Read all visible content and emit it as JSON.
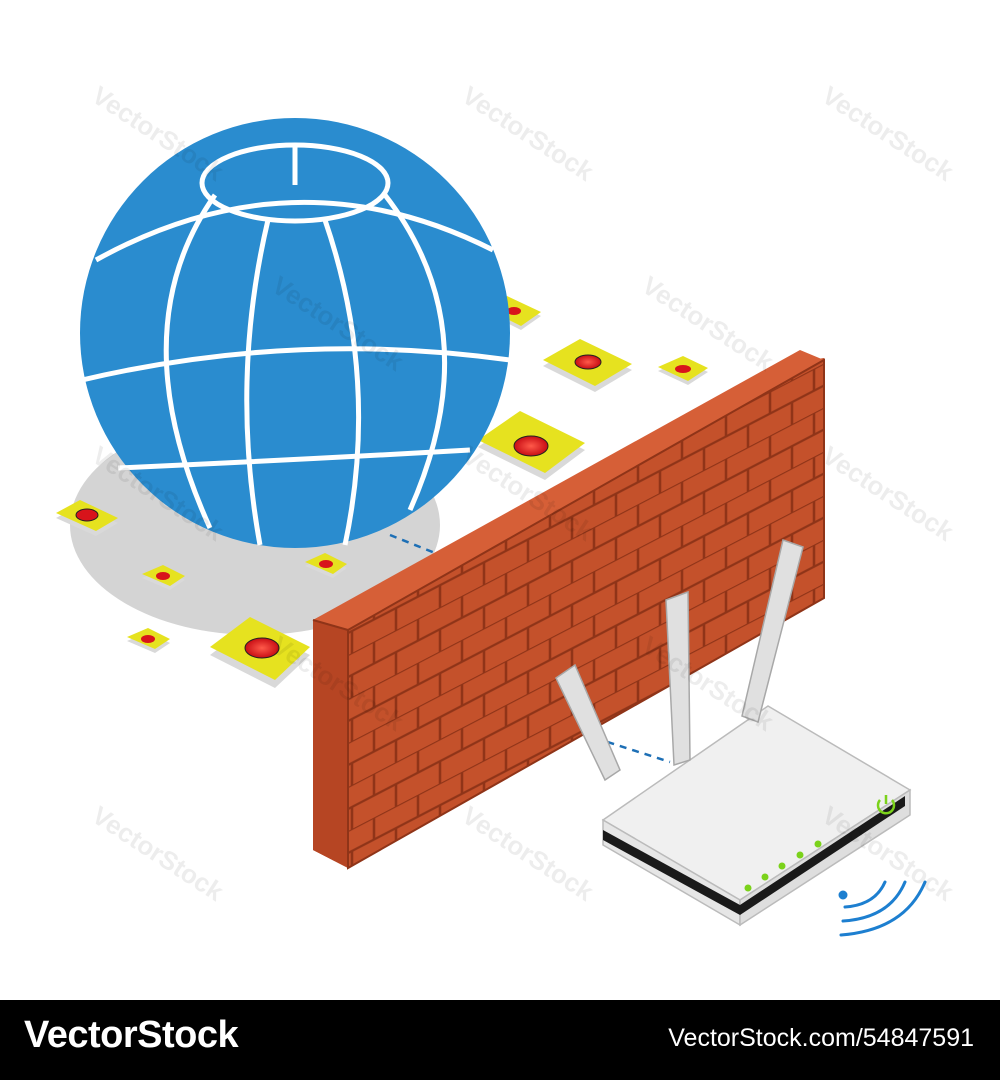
{
  "footer": {
    "brand": "VectorStock",
    "stock_id": "VectorStock.com/54847591"
  },
  "watermark": {
    "text": "VectorStock"
  },
  "colors": {
    "globe": "#2a8ccf",
    "globe_lines": "#ffffff",
    "brick_front": "#c4512b",
    "brick_top": "#d65f37",
    "brick_mortar": "#8f3418",
    "threat_tile": "#e3e21b",
    "threat_eye": "#d8141b",
    "router": "#f2f2f2",
    "router_leds": "#7bd21b",
    "wifi": "#1d7fd0",
    "shadow": "#d3d3d3"
  },
  "icons": [
    "globe-icon",
    "firewall-icon",
    "router-icon",
    "wifi-signal-icon",
    "power-icon",
    "bug-icon"
  ]
}
